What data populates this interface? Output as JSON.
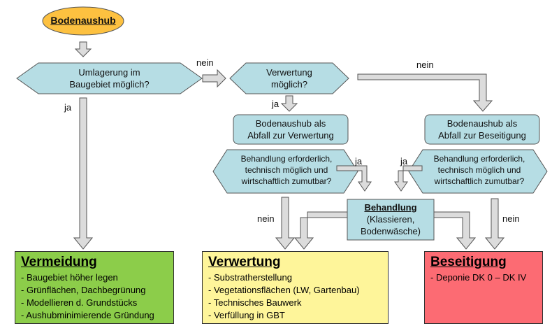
{
  "start": "Bodenaushub",
  "q1": {
    "line1": "Umlagerung im",
    "line2": "Baugebiet möglich?"
  },
  "q2": {
    "line1": "Verwertung",
    "line2": "möglich?"
  },
  "q3": {
    "line1": "Behandlung erforderlich,",
    "line2": "technisch möglich und",
    "line3": "wirtschaftlich zumutbar?"
  },
  "q4": {
    "line1": "Behandlung erforderlich,",
    "line2": "technisch möglich und",
    "line3": "wirtschaftlich zumutbar?"
  },
  "proc_verwertung": {
    "line1": "Bodenaushub als",
    "line2": "Abfall zur Verwertung"
  },
  "proc_beseitigung": {
    "line1": "Bodenaushub als",
    "line2": "Abfall zur Beseitigung"
  },
  "behandlung": {
    "title": "Behandlung",
    "line1": "(Klassieren,",
    "line2": "Bodenwäsche)"
  },
  "labels": {
    "nein": "nein",
    "ja": "ja"
  },
  "vermeidung": {
    "title": "Vermeidung",
    "items": [
      "Baugebiet höher legen",
      "Grünflächen, Dachbegrünung",
      "Modellieren d. Grundstücks",
      "Aushubminimierende Gründung"
    ]
  },
  "verwertung": {
    "title": "Verwertung",
    "items": [
      "Substratherstellung",
      "Vegetationsflächen (LW, Gartenbau)",
      "Technisches Bauwerk",
      "Verfüllung in GBT"
    ]
  },
  "beseitigung": {
    "title": "Beseitigung",
    "items": [
      "Deponie DK 0 – DK IV"
    ]
  },
  "colors": {
    "start": "#fdc140",
    "decision": "#b6dde4",
    "vermeidung": "#8ccd4a",
    "verwertung": "#fef59a",
    "beseitigung": "#fc6b73",
    "arrow": "#dcdcdc"
  }
}
